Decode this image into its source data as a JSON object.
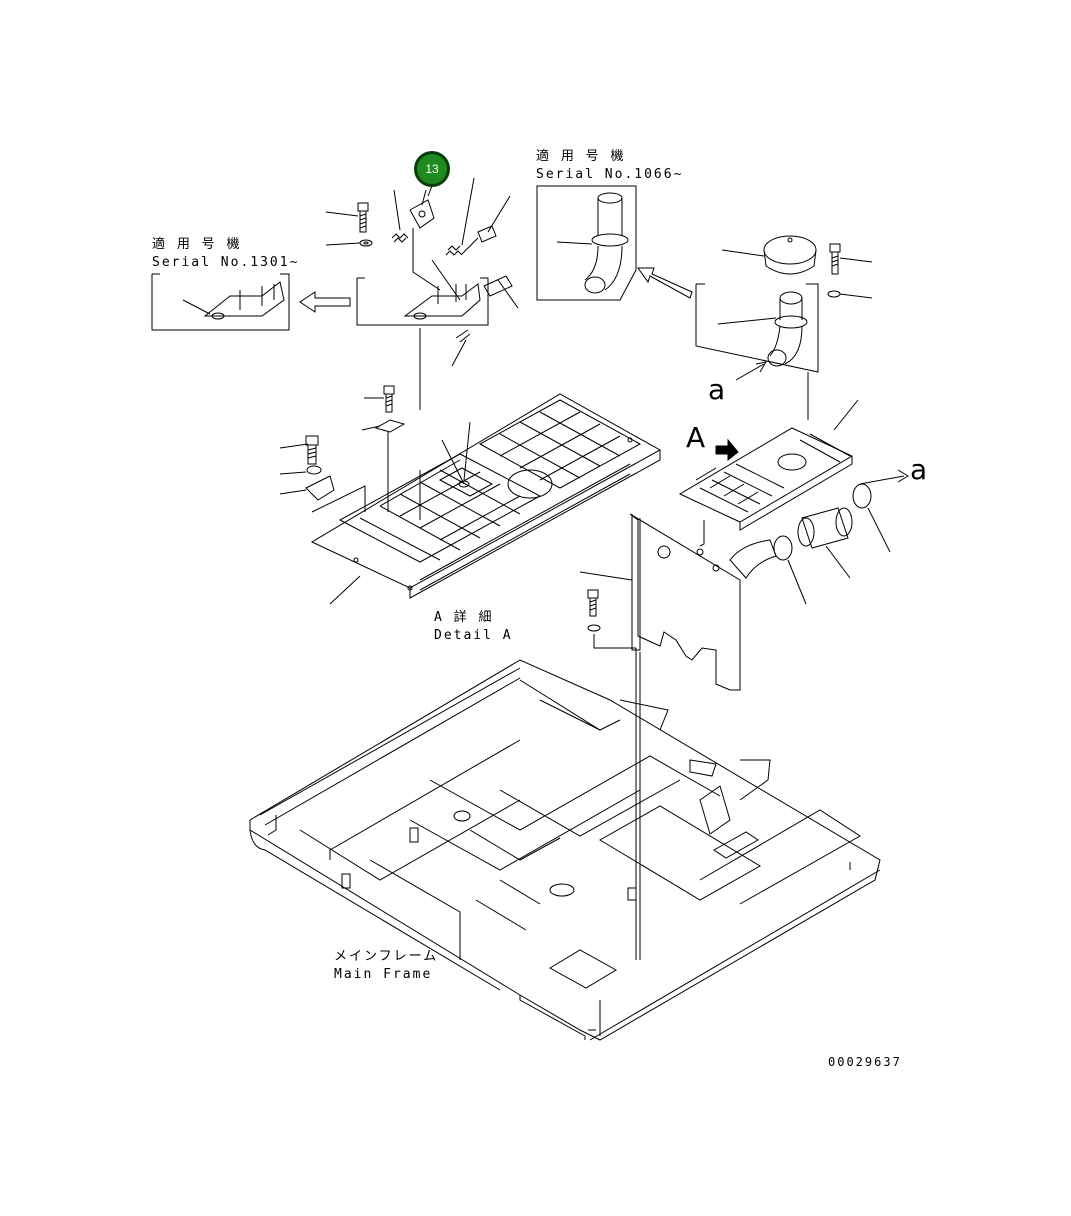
{
  "callout": {
    "number": "13"
  },
  "serial_1301": {
    "jp": "適 用 号 機",
    "en": "Serial No.1301~"
  },
  "serial_1066": {
    "jp": "適 用 号 機",
    "en": "Serial No.1066~"
  },
  "detail_a": {
    "jp": "A 詳 細",
    "en": "Detail A"
  },
  "main_frame": {
    "jp": "メインフレーム",
    "en": "Main Frame"
  },
  "view_letter_a": "A",
  "marker_a": "a",
  "drawing_number": "00029637",
  "colors": {
    "callout_fill": "#1f8a1f",
    "callout_ring": "#0b3d0b",
    "line": "#000000"
  }
}
